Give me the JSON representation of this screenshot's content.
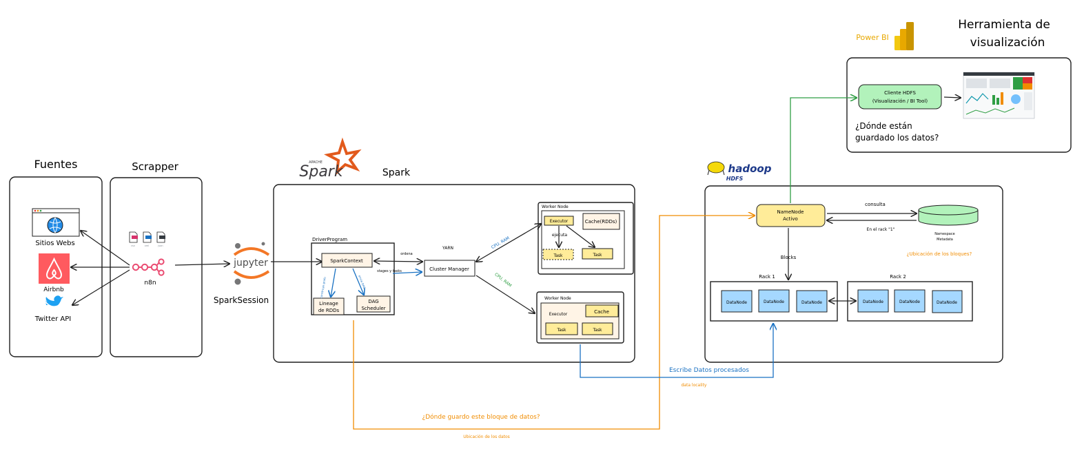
{
  "sections": {
    "fuentes": "Fuentes",
    "scrapper": "Scrapper",
    "spark": "Spark",
    "visualizacion_line1": "Herramienta de",
    "visualizacion_line2": "visualización"
  },
  "sources": {
    "sitios_webs": "Sitios Webs",
    "airbnb": "Airbnb",
    "twitter": "Twitter API"
  },
  "scrapper": {
    "tool": "n8n",
    "file_types": [
      "csv",
      "xml",
      "json"
    ]
  },
  "spark_session": {
    "logo_text": "jupyter",
    "label": "SparkSession",
    "spark_logo_text": "Spark",
    "spark_logo_small": "APACHE"
  },
  "driver": {
    "title": "DriverProgram",
    "spark_context": "SparkContext",
    "lineage_line1": "Lineage",
    "lineage_line2": "de RDDs",
    "dag_line1": "DAG",
    "dag_line2": "Scheduler",
    "ordena": "ordena",
    "stages_tasks": "stages y tasks",
    "small_left": "construye grafo",
    "small_right": "envía DAG"
  },
  "yarn": {
    "title": "YARN",
    "cluster_manager": "Cluster Manager",
    "cpu_ram": "CPU, RAM"
  },
  "worker1": {
    "title": "Worker Node",
    "executor": "Executor",
    "cache": "Cache(RDDs)",
    "ejecuta": "ejecuta",
    "task": "Task"
  },
  "worker2": {
    "title": "Worker Node",
    "executor": "Executor",
    "cache": "Cache",
    "task": "Task"
  },
  "hadoop": {
    "logo_text": "hadoop",
    "logo_sub": "HDFS",
    "namenode_line1": "NameNode",
    "namenode_line2": "Activo",
    "consulta": "consulta",
    "en_el_rack": "En el rack \"1\"",
    "namespace_line1": "Namespace",
    "namespace_line2": "Metadata",
    "ubicacion_bloques": "¿Ubicación de los bloques?",
    "blocks": "Blocks",
    "rack1": "Rack 1",
    "rack2": "Rack 2",
    "datanode": "DataNode"
  },
  "flows": {
    "escribe": "Escribe Datos procesados",
    "data_locality": "data locality",
    "donde_guardo": "¿Dónde guardo este bloque de datos?",
    "ubicacion_datos": "Ubicación de los datos"
  },
  "bi": {
    "powerbi": "Power BI",
    "cliente_line1": "Cliente HDFS",
    "cliente_line2": "(Visualización / BI Tool)",
    "question_line1": "¿Dónde están",
    "question_line2": "guardado los datos?"
  },
  "colors": {
    "orange": "#f08c00",
    "blue": "#1971c2",
    "green": "#2f9e44",
    "yellow_fill": "#ffec99",
    "green_fill": "#b2f2bb",
    "blue_fill": "#a5d8ff",
    "beige_fill": "#fff4e6",
    "airbnb": "#ff5a5f",
    "twitter": "#1da1f2",
    "n8n": "#ea4b71",
    "spark_orange": "#e25a1c",
    "hadoop_yellow": "#f5d90a"
  }
}
